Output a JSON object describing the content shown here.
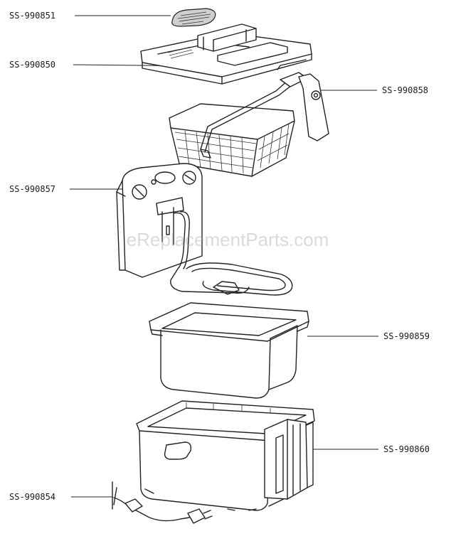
{
  "watermark": "eReplacementParts.com",
  "parts": [
    {
      "id": "filter",
      "label": "SS-990851"
    },
    {
      "id": "lid",
      "label": "SS-990850"
    },
    {
      "id": "basket",
      "label": "SS-990858"
    },
    {
      "id": "control-panel",
      "label": "SS-990857"
    },
    {
      "id": "bowl",
      "label": "SS-990859"
    },
    {
      "id": "housing",
      "label": "SS-990860"
    },
    {
      "id": "power-cord",
      "label": "SS-990854"
    }
  ],
  "colors": {
    "line": "#222222",
    "watermark": "#969696"
  }
}
